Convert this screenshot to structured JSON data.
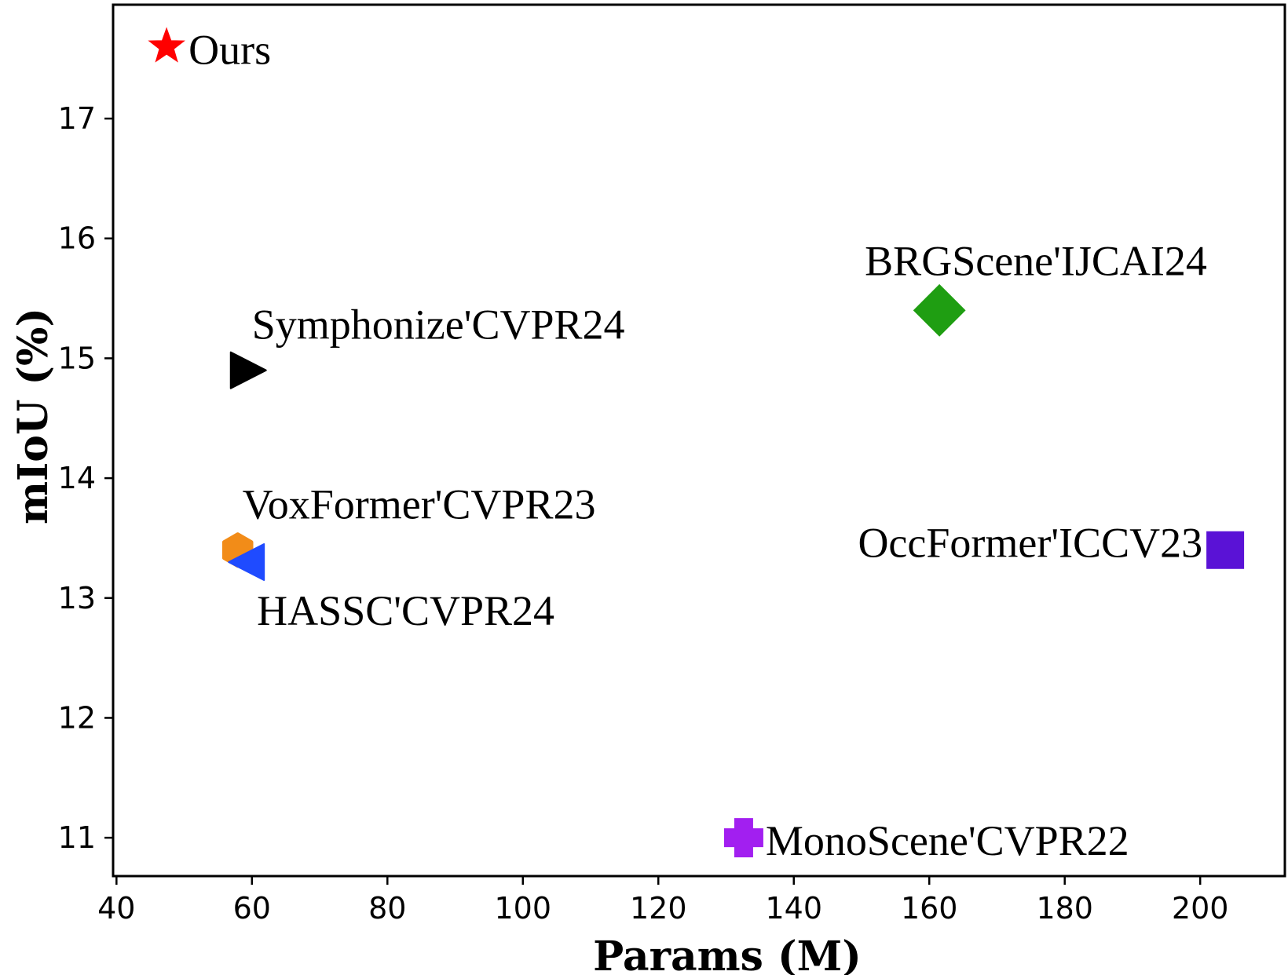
{
  "chart_data": {
    "type": "scatter",
    "title": "",
    "xlabel": "Params (M)",
    "ylabel": "mIoU (%)",
    "xlim": [
      39.5,
      212.5
    ],
    "ylim": [
      10.68,
      17.95
    ],
    "xticks": [
      40,
      60,
      80,
      100,
      120,
      140,
      160,
      180,
      200
    ],
    "yticks": [
      11,
      12,
      13,
      14,
      15,
      16,
      17
    ],
    "grid": false,
    "legend": "none",
    "points": [
      {
        "label": "Ours",
        "x": 47.4,
        "y": 17.6,
        "marker": "star",
        "color": "#ff0000",
        "label_pos": "right"
      },
      {
        "label": "Symphonize'CVPR24",
        "x": 59.3,
        "y": 14.9,
        "marker": "triangle-right",
        "color": "#000000",
        "label_pos": "above-right"
      },
      {
        "label": "BRGScene'IJCAI24",
        "x": 161.5,
        "y": 15.4,
        "marker": "diamond",
        "color": "#1f9e12",
        "label_pos": "above"
      },
      {
        "label": "VoxFormer'CVPR23",
        "x": 57.9,
        "y": 13.4,
        "marker": "hexagon",
        "color": "#f28c18",
        "label_pos": "above-right"
      },
      {
        "label": "HASSC'CVPR24",
        "x": 59.0,
        "y": 13.3,
        "marker": "triangle-left",
        "color": "#1f4bff",
        "label_pos": "below-right"
      },
      {
        "label": "OccFormer'ICCV23",
        "x": 203.7,
        "y": 13.4,
        "marker": "square",
        "color": "#5a12d6",
        "label_pos": "left"
      },
      {
        "label": "MonoScene'CVPR22",
        "x": 132.6,
        "y": 11.0,
        "marker": "plus",
        "color": "#a21ff0",
        "label_pos": "right"
      }
    ]
  }
}
